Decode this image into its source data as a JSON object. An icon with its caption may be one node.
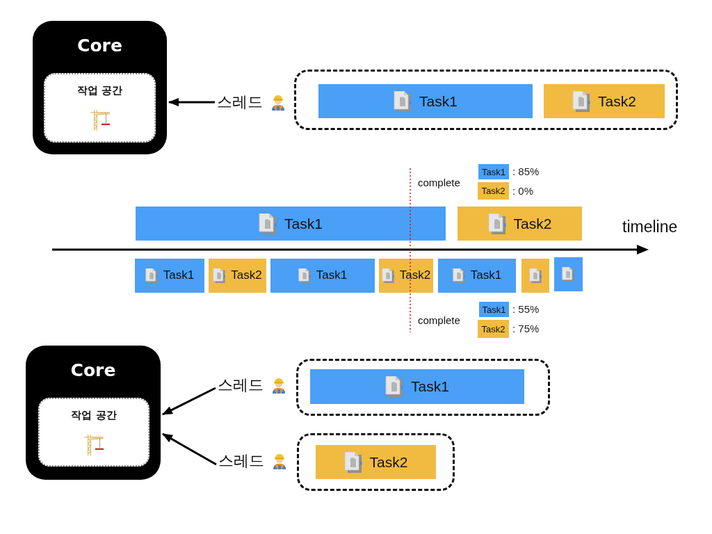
{
  "diagram": {
    "nodes": [
      {
        "text": [
          "Core"
        ]
      },
      {
        "text": [
          "작업 공간"
        ],
        "in": 0
      },
      {
        "text": [
          "스레드"
        ]
      },
      {
        "text": [],
        "shape": "box"
      },
      {
        "text": [
          "Task1"
        ],
        "in": 3
      },
      {
        "text": [
          "Task2"
        ],
        "in": 3
      },
      {
        "text": [
          "Task1"
        ],
        "beside": [
          ": 85%"
        ]
      },
      {
        "text": [
          "Task2"
        ],
        "beside": [
          ": 0%"
        ]
      },
      {
        "text": [
          "Task1"
        ]
      },
      {
        "text": [
          "Task2"
        ]
      },
      {
        "text": [
          "Task1"
        ]
      },
      {
        "text": [
          "Task2"
        ]
      },
      {
        "text": [
          "Task1"
        ]
      },
      {
        "text": [
          "Task2"
        ]
      },
      {
        "text": [
          "Task1"
        ]
      },
      {
        "text": [],
        "shape": "bar"
      },
      {
        "text": [],
        "shape": "bar"
      },
      {
        "text": [
          "Task1"
        ],
        "beside": [
          ": 55%"
        ]
      },
      {
        "text": [
          "Task2"
        ],
        "beside": [
          ": 75%"
        ]
      },
      {
        "text": [
          "Core"
        ]
      },
      {
        "text": [
          "작업 공간"
        ],
        "in": 19
      },
      {
        "text": [
          "스레드"
        ]
      },
      {
        "text": [],
        "shape": "box"
      },
      {
        "text": [
          "Task1"
        ],
        "in": 22
      },
      {
        "text": [
          "스레드"
        ]
      },
      {
        "text": [],
        "shape": "box"
      },
      {
        "text": [
          "Task2"
        ],
        "in": 25
      }
    ],
    "edges": [
      {
        "from": 2,
        "to": 0,
        "arrow": "to"
      },
      {
        "from": 21,
        "to": 19,
        "arrow": "to"
      },
      {
        "from": 24,
        "to": 19,
        "arrow": "to"
      }
    ],
    "labels": [
      "complete",
      "timeline",
      "complete"
    ]
  }
}
